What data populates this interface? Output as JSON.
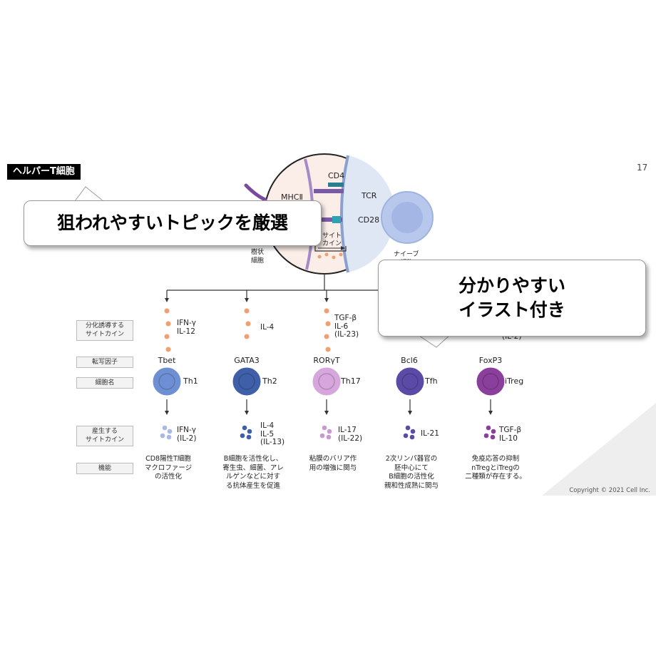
{
  "slide": {
    "title": "ヘルパーT細胞",
    "page_number": "17",
    "copyright": "Copyright © 2021 Cell Inc."
  },
  "diagram": {
    "top": {
      "cd4": "CD4",
      "tcr": "TCR",
      "mhc2": "MHCⅡ",
      "cd28": "CD28",
      "cytokine_line1": "サイト",
      "cytokine_line2": "カイン",
      "dendritic_line1": "樹状",
      "dendritic_line2": "細胞",
      "naive_line1": "ナイーブ",
      "naive_line2": "T細胞"
    },
    "row_labels": {
      "inducing": "分化誘導する\nサイトカイン",
      "tf": "転写因子",
      "cell": "細胞名",
      "produced": "産生する\nサイトカイン",
      "function": "機能"
    },
    "columns": [
      {
        "inducing": "IFN-γ\nIL-12",
        "tf": "Tbet",
        "cell": "Th1",
        "produced": "IFN-γ\n(IL-2)",
        "function": "CD8陽性T細胞\nマクロファージ\nの活性化",
        "color": "#6f8fd4",
        "dot": "#a9b8e6"
      },
      {
        "inducing": "IL-4",
        "tf": "GATA3",
        "cell": "Th2",
        "produced": "IL-4\nIL-5\n(IL-13)",
        "function": "B細胞を活性化し、\n寄生虫、細菌、アレ\nルゲンなどに対す\nる抗体産生を促進",
        "color": "#3f5fa8",
        "dot": "#3f5fa8"
      },
      {
        "inducing": "TGF-β\nIL-6\n(IL-23)",
        "tf": "RORγT",
        "cell": "Th17",
        "produced": "IL-17\n(IL-22)",
        "function": "粘膜のバリア作\n用の増強に関与",
        "color": "#d6a6dd",
        "dot": "#c79ad0"
      },
      {
        "inducing": "",
        "tf": "Bcl6",
        "cell": "Tfh",
        "produced": "IL-21",
        "function": "2次リンパ器官の\n胚中心にて\nB細胞の活性化\n親和性成熟に関与",
        "color": "#5b4aa6",
        "dot": "#5b4aa6"
      },
      {
        "inducing": "(IL-2)",
        "tf": "FoxP3",
        "cell": "iTreg",
        "produced": "TGF-β\nIL-10",
        "function": "免疫応答の抑制\nnTregとiTregの\n二種類が存在する。",
        "color": "#8a3f9c",
        "dot": "#8a3f9c"
      }
    ],
    "inducing_dot_color": "#f0a070"
  },
  "callouts": {
    "first": "狙われやすいトピックを厳選",
    "second_line1": "分かりやすい",
    "second_line2": "イラスト付き"
  }
}
